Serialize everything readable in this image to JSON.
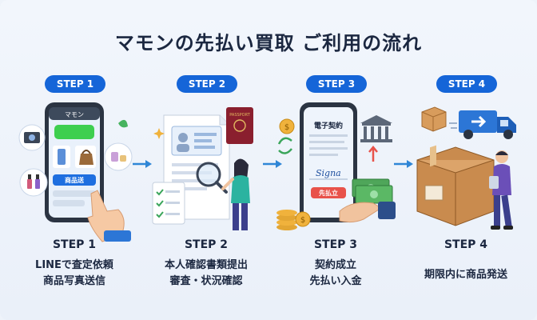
{
  "title": "マモンの先払い買取 ご利用の流れ",
  "colors": {
    "accent": "#1565d8",
    "text": "#1b2740",
    "arrow": "#2f86d6"
  },
  "steps": [
    {
      "badge": "STEP 1",
      "label": "STEP 1",
      "lines": [
        "LINEで査定依頼",
        "商品写真送信"
      ],
      "phone_header": "マモン",
      "phone_button": "商品送",
      "icons": [
        "camera-icon",
        "phone-icon",
        "chat-bubble-icon",
        "nail-polish-icon",
        "bag-icon",
        "hand-icon"
      ]
    },
    {
      "badge": "STEP 2",
      "label": "STEP 2",
      "lines": [
        "本人確認書類提出",
        "審査・状況確認"
      ],
      "passport_text": "PASSPORT",
      "icons": [
        "id-card-icon",
        "passport-icon",
        "magnifier-icon",
        "checklist-icon",
        "person-icon"
      ]
    },
    {
      "badge": "STEP 3",
      "label": "STEP 3",
      "lines": [
        "契約成立",
        "先払い入金"
      ],
      "contract_title": "電子契約",
      "signature": "Signa",
      "phone_button": "先払立",
      "icons": [
        "bank-icon",
        "coin-icon",
        "banknote-icon",
        "exchange-icon"
      ]
    },
    {
      "badge": "STEP 4",
      "label": "STEP 4",
      "lines": [
        "期限内に商品発送"
      ],
      "icons": [
        "truck-icon",
        "box-icon",
        "person-carrying-icon"
      ]
    }
  ]
}
